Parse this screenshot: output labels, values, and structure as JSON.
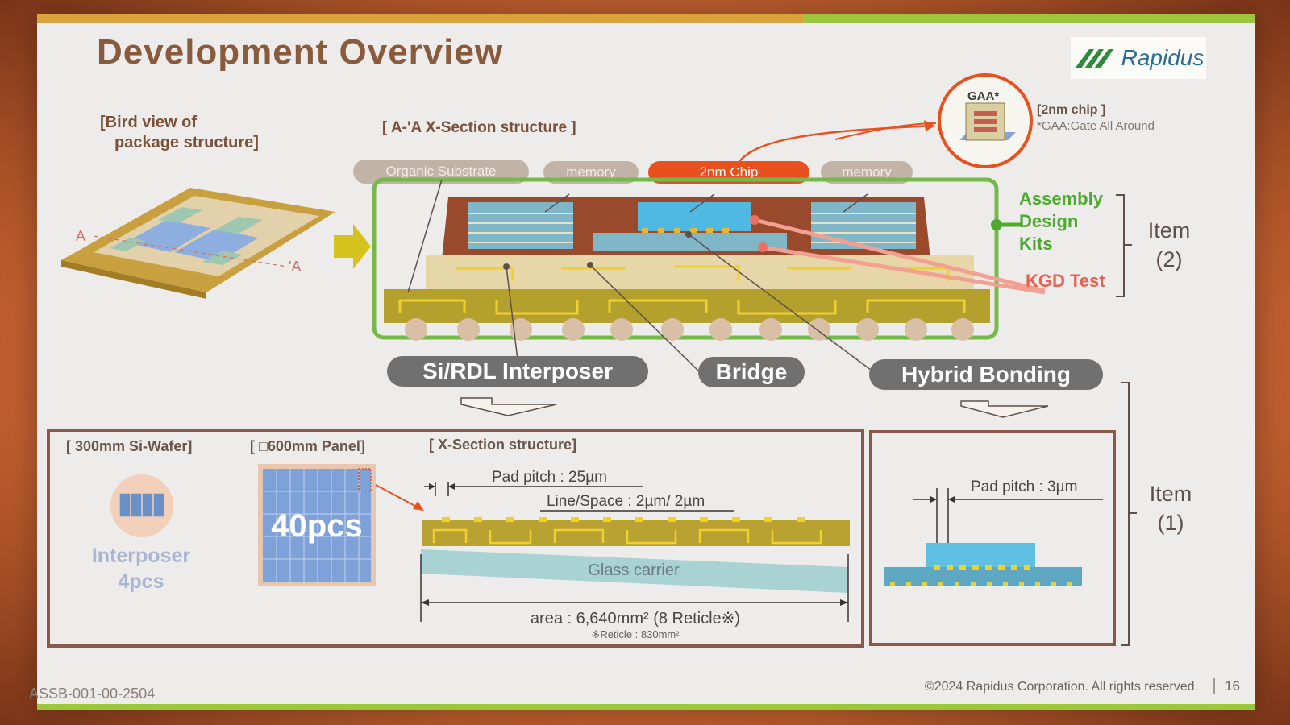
{
  "slide": {
    "title": "Development Overview",
    "logo_text": "Rapidus",
    "doc_id": "ASSB-001-00-2504",
    "copyright": "©2024 Rapidus Corporation. All rights reserved.",
    "page_number": "16"
  },
  "bird_view": {
    "caption_line1": "[Bird view of",
    "caption_line2": "package structure]",
    "marker_left": "A",
    "marker_right": "'A"
  },
  "xsection": {
    "caption": "[ A-'A X-Section structure ]",
    "labels": [
      "Organic Substrate",
      "memory",
      "2nm Chip",
      "memory"
    ],
    "gaa_label": "GAA*",
    "gaa_caption": "[2nm chip ]",
    "gaa_note": "*GAA:Gate All Around"
  },
  "item2": {
    "adk_line1": "Assembly",
    "adk_line2": "Design",
    "adk_line3": "Kits",
    "kgd": "KGD Test",
    "item_word": "Item",
    "item_num": "(2)"
  },
  "tech": {
    "interposer": "Si/RDL Interposer",
    "bridge": "Bridge",
    "hybrid": "Hybrid Bonding"
  },
  "item1": {
    "item_word": "Item",
    "item_num": "(1)"
  },
  "wafer_panel": {
    "wafer_caption": "[ 300mm Si-Wafer]",
    "panel_caption": "[ □600mm Panel]",
    "interposer_line1": "Interposer",
    "interposer_line2": "4pcs",
    "panel_count": "40pcs"
  },
  "rdl": {
    "caption": "[ X-Section structure]",
    "pad_pitch": "Pad pitch : 25µm",
    "line_space": "Line/Space : 2µm/ 2µm",
    "glass": "Glass carrier",
    "area": "area : 6,640mm² (8 Reticle※)",
    "reticle_note": "※Reticle : 830mm²"
  },
  "hybrid_detail": {
    "pad_pitch": "Pad pitch  : 3µm"
  },
  "colors": {
    "accent_orange": "#e8501e",
    "green": "#4caa2e",
    "kgd_red": "#ea6050",
    "frame_brown": "#8a5a46"
  }
}
